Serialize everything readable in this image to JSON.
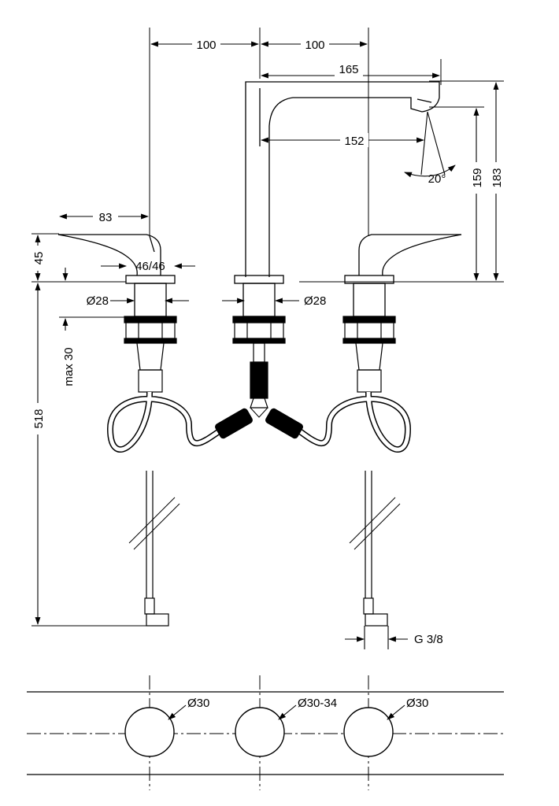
{
  "dimensions": {
    "spacing_left": "100",
    "spacing_right": "100",
    "spout_reach": "165",
    "spout_inner_reach": "152",
    "spray_angle": "20°",
    "spout_outlet_height": "159",
    "spout_total_height": "183",
    "handle_length": "83",
    "handle_height": "45",
    "handle_rotation": "46/46",
    "handle_base_diameter": "Ø28",
    "spout_base_diameter": "Ø28",
    "max_thickness": "max 30",
    "hose_length": "518",
    "connection_thread": "G 3/8"
  },
  "cutouts": {
    "left": "Ø30",
    "center": "Ø30-34",
    "right": "Ø30"
  }
}
